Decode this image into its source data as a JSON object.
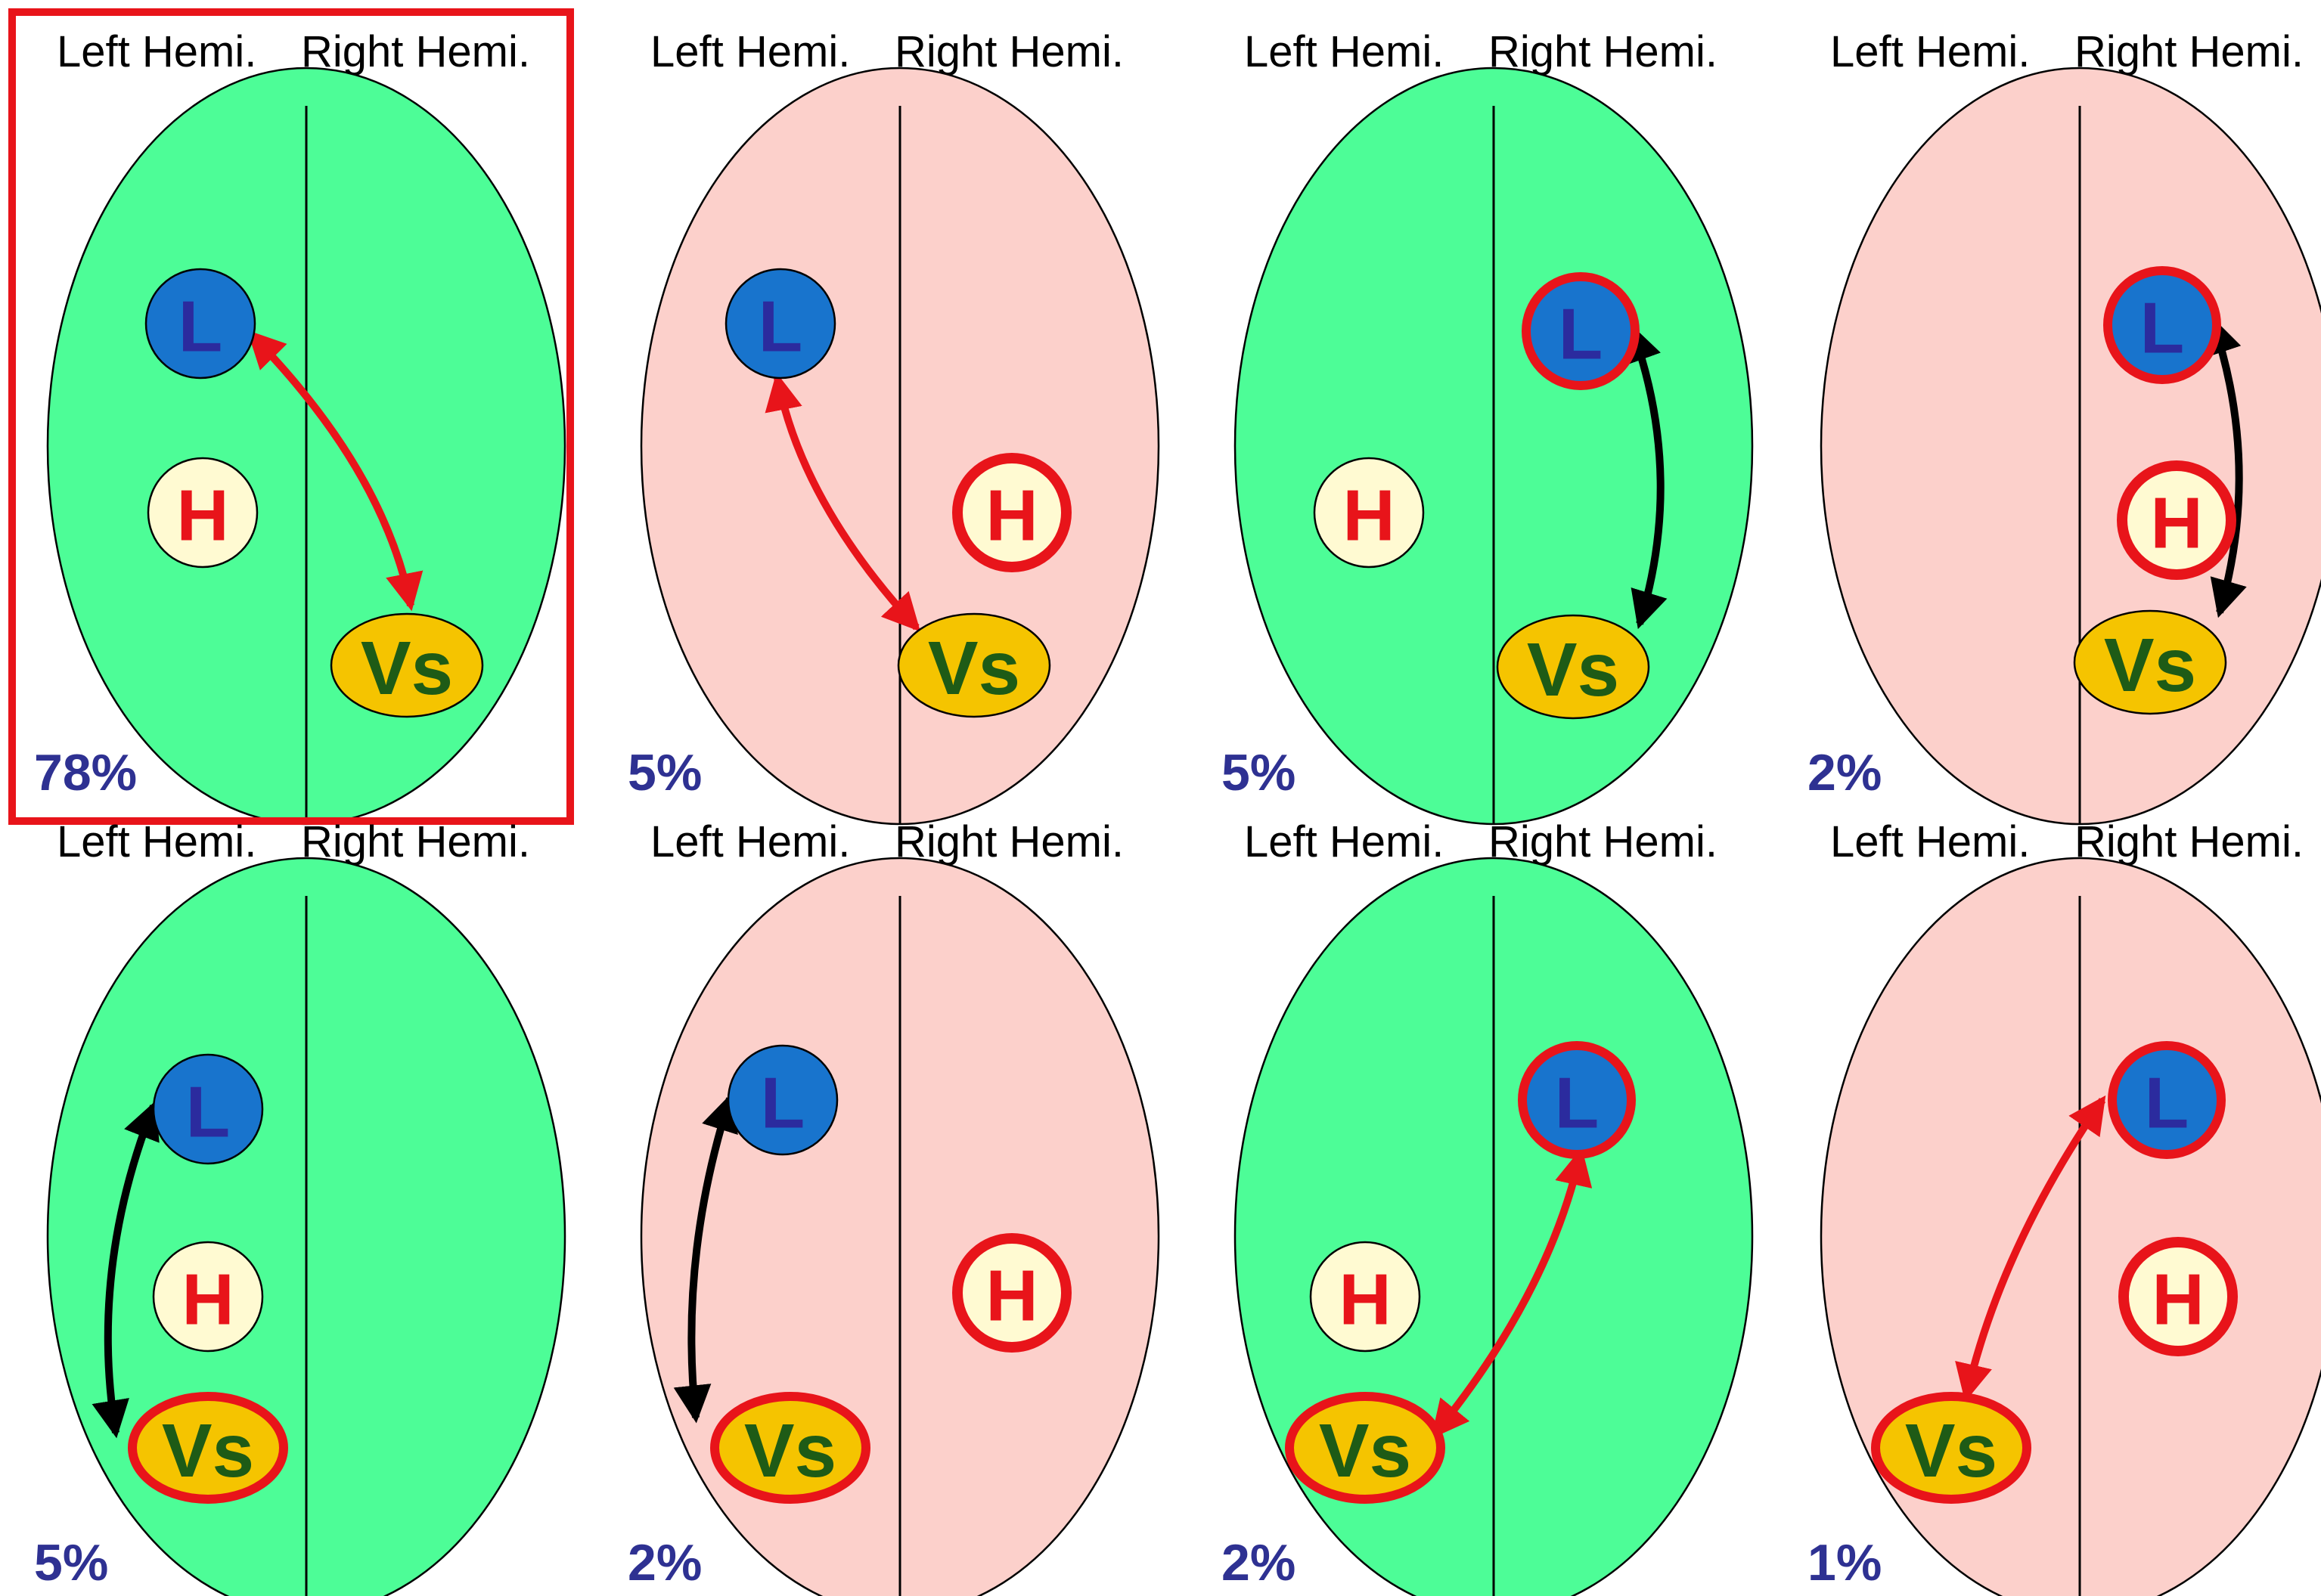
{
  "headers": {
    "left": "Left Hemi.",
    "right": "Right Hemi."
  },
  "node_labels": {
    "language": "L",
    "hand": "H",
    "visuospatial": "Vs"
  },
  "colors": {
    "typical_bg": "#4dfd97",
    "atypical_bg": "#fcd0cb",
    "language_fill": "#1874cd",
    "language_text": "#2b2b9e",
    "hand_fill": "#fffad2",
    "hand_text": "#e8141a",
    "vs_fill": "#f5c400",
    "vs_text": "#1e5b16",
    "highlight_red": "#e8141a",
    "arrow_black": "#000000",
    "percent_text": "#2e3192"
  },
  "panels": [
    {
      "percent": "78%",
      "background": "typical",
      "highlighted_frame": true,
      "L_side": "left",
      "L_atypical": false,
      "H_side": "left",
      "H_atypical": false,
      "Vs_side": "right",
      "Vs_atypical": false,
      "arrow_color": "red"
    },
    {
      "percent": "5%",
      "background": "atypical",
      "highlighted_frame": false,
      "L_side": "left",
      "L_atypical": false,
      "H_side": "right",
      "H_atypical": true,
      "Vs_side": "right",
      "Vs_atypical": false,
      "arrow_color": "red"
    },
    {
      "percent": "5%",
      "background": "typical",
      "highlighted_frame": false,
      "L_side": "right",
      "L_atypical": true,
      "H_side": "left",
      "H_atypical": false,
      "Vs_side": "right",
      "Vs_atypical": false,
      "arrow_color": "black"
    },
    {
      "percent": "2%",
      "background": "atypical",
      "highlighted_frame": false,
      "L_side": "right",
      "L_atypical": true,
      "H_side": "right",
      "H_atypical": true,
      "Vs_side": "right",
      "Vs_atypical": false,
      "arrow_color": "black"
    },
    {
      "percent": "5%",
      "background": "typical",
      "highlighted_frame": false,
      "L_side": "left",
      "L_atypical": false,
      "H_side": "left",
      "H_atypical": false,
      "Vs_side": "left",
      "Vs_atypical": true,
      "arrow_color": "black"
    },
    {
      "percent": "2%",
      "background": "atypical",
      "highlighted_frame": false,
      "L_side": "left",
      "L_atypical": false,
      "H_side": "right",
      "H_atypical": true,
      "Vs_side": "left",
      "Vs_atypical": true,
      "arrow_color": "black"
    },
    {
      "percent": "2%",
      "background": "typical",
      "highlighted_frame": false,
      "L_side": "right",
      "L_atypical": true,
      "H_side": "left",
      "H_atypical": false,
      "Vs_side": "left",
      "Vs_atypical": true,
      "arrow_color": "red"
    },
    {
      "percent": "1%",
      "background": "atypical",
      "highlighted_frame": false,
      "L_side": "right",
      "L_atypical": true,
      "H_side": "right",
      "H_atypical": true,
      "Vs_side": "left",
      "Vs_atypical": true,
      "arrow_color": "red"
    }
  ]
}
